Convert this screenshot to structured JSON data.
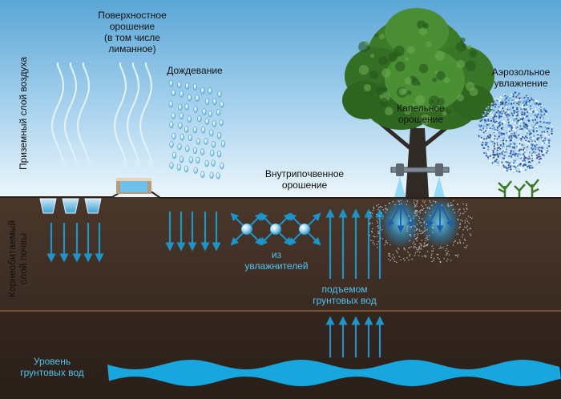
{
  "labels": {
    "air_layer": "Приземный слой воздуха",
    "surface_irrigation": [
      "Поверхностное",
      "орошение",
      "(в том числе",
      "лиманное)"
    ],
    "sprinkling": "Дождевание",
    "drip": [
      "Капельное",
      "орошение"
    ],
    "aerosol": [
      "Аэрозольное",
      "увлажнение"
    ],
    "subsoil": [
      "Внутрипочвенное",
      "орошение"
    ],
    "from_humidifiers": [
      "из",
      "увлажнителей"
    ],
    "groundwater_rise": [
      "подъемом",
      "грунтовых вод"
    ],
    "root_layer": [
      "Корнеобитаемый",
      "слой почвы"
    ],
    "groundwater_level": [
      "Уровень",
      "грунтовых вод"
    ]
  },
  "colors": {
    "sky_top": "#5aa6d6",
    "sky_bottom": "#e3f1fa",
    "soil": "#3f2f26",
    "soil_deep": "#2e221b",
    "water": "#18a6df",
    "arrow": "#1e94c9",
    "tree_crown": "#3f7d2c",
    "text_under": "#4fc3ee",
    "text_soil": "#d08a2a"
  }
}
